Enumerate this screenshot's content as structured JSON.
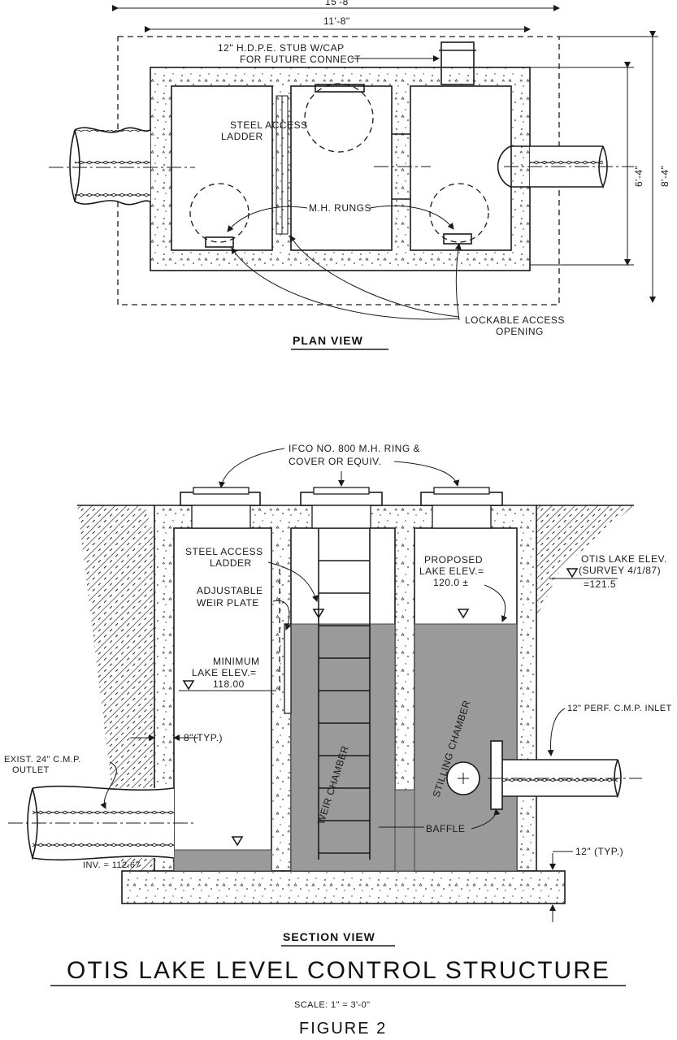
{
  "plan_view": {
    "title": "PLAN VIEW",
    "dim_overall_top": "15'-8\"",
    "dim_inner_top": "11'-8\"",
    "dim_right_inner": "6'-4\"",
    "dim_right_outer": "8'-4\"",
    "stub_note_line1": "12\" H.D.P.E. STUB W/CAP",
    "stub_note_line2": "FOR FUTURE CONNECT",
    "ladder_line1": "STEEL ACCESS",
    "ladder_line2": "LADDER",
    "rungs": "M.H. RUNGS",
    "access_line1": "LOCKABLE ACCESS",
    "access_line2": "OPENING"
  },
  "section_view": {
    "title": "SECTION VIEW",
    "mh_ring_line1": "IFCO NO. 800 M.H. RING &",
    "mh_ring_line2": "COVER OR EQUIV.",
    "ladder_line1": "STEEL ACCESS",
    "ladder_line2": "LADDER",
    "weir_line1": "ADJUSTABLE",
    "weir_line2": "WEIR PLATE",
    "min_lake_line1": "MINIMUM",
    "min_lake_line2": "LAKE ELEV.=",
    "min_lake_line3": "118.00",
    "prop_lake_line1": "PROPOSED",
    "prop_lake_line2": "LAKE ELEV.=",
    "prop_lake_line3": "120.0 ±",
    "otis_line1": "OTIS LAKE ELEV.",
    "otis_line2": "(SURVEY 4/1/87)",
    "otis_line3": "=121.5",
    "wall_typ": "8\"(TYP.)",
    "outlet_line1": "EXIST. 24\" C.M.P.",
    "outlet_line2": "OUTLET",
    "inlet": "12\" PERF. C.M.P. INLET",
    "weir_chamber": "WEIR CHAMBER",
    "stilling_chamber": "STILLING CHAMBER",
    "baffle": "BAFFLE",
    "invert": "INV. = 112.67",
    "base_typ": "12\" (TYP.)"
  },
  "title_block": {
    "title": "OTIS LAKE LEVEL CONTROL STRUCTURE",
    "scale": "SCALE: 1\" = 3'-0\"",
    "figure": "FIGURE 2"
  }
}
